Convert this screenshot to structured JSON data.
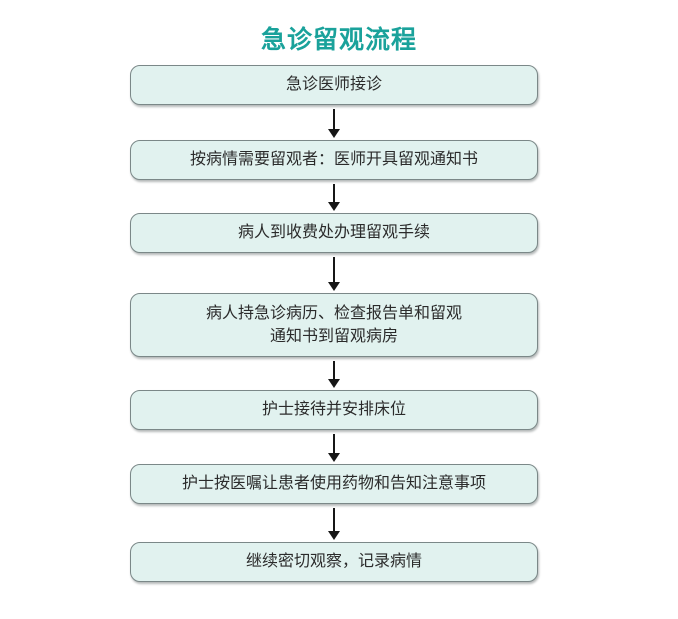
{
  "page": {
    "title": "急诊留观流程"
  },
  "colors": {
    "title_color": "#1aa29b",
    "box_fill": "#e1f2ef",
    "box_border": "#7b8888",
    "arrow_color": "#161616",
    "text_color": "#2b2b2b",
    "page_bg": "#ffffff"
  },
  "flow": {
    "steps": [
      {
        "label": "急诊医师接诊"
      },
      {
        "label": "按病情需要留观者：医师开具留观通知书"
      },
      {
        "label": "病人到收费处办理留观手续"
      },
      {
        "label": "病人持急诊病历、检查报告单和留观\n通知书到留观病房"
      },
      {
        "label": "护士接待并安排床位"
      },
      {
        "label": "护士按医嘱让患者使用药物和告知注意事项"
      },
      {
        "label": "继续密切观察，记录病情"
      }
    ]
  }
}
